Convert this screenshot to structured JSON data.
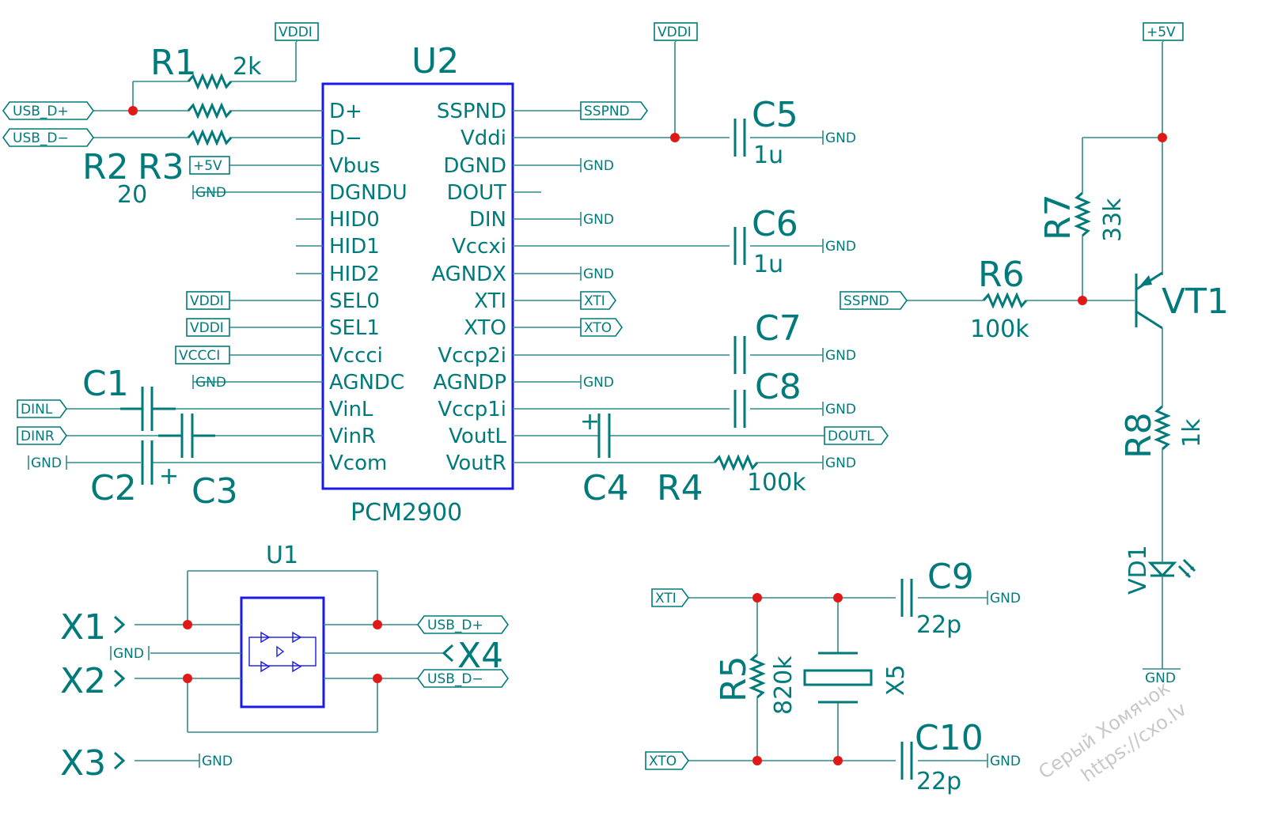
{
  "chips": {
    "u2": {
      "designator": "U2",
      "part": "PCM2900",
      "left_pins": [
        "D+",
        "D−",
        "Vbus",
        "DGNDU",
        "HID0",
        "HID1",
        "HID2",
        "SEL0",
        "SEL1",
        "Vccci",
        "AGNDC",
        "VinL",
        "VinR",
        "Vcom"
      ],
      "right_pins": [
        "SSPND",
        "Vddi",
        "DGND",
        "DOUT",
        "DIN",
        "Vccxi",
        "AGNDX",
        "XTI",
        "XTO",
        "Vccp2i",
        "AGNDP",
        "Vccp1i",
        "VoutL",
        "VoutR"
      ]
    },
    "u1": {
      "designator": "U1"
    }
  },
  "resistors": {
    "r1": {
      "designator": "R1",
      "value": "2k"
    },
    "r2": {
      "designator": "R2"
    },
    "r3": {
      "designator": "R3",
      "value": "20"
    },
    "r4": {
      "designator": "R4",
      "value": "100k"
    },
    "r5": {
      "designator": "R5",
      "value": "820k"
    },
    "r6": {
      "designator": "R6",
      "value": "100k"
    },
    "r7": {
      "designator": "R7",
      "value": "33k"
    },
    "r8": {
      "designator": "R8",
      "value": "1k"
    }
  },
  "capacitors": {
    "c1": {
      "designator": "C1"
    },
    "c2": {
      "designator": "C2"
    },
    "c3": {
      "designator": "C3"
    },
    "c4": {
      "designator": "C4"
    },
    "c5": {
      "designator": "C5",
      "value": "1u"
    },
    "c6": {
      "designator": "C6",
      "value": "1u"
    },
    "c7": {
      "designator": "C7"
    },
    "c8": {
      "designator": "C8"
    },
    "c9": {
      "designator": "C9",
      "value": "22p"
    },
    "c10": {
      "designator": "C10",
      "value": "22p"
    }
  },
  "others": {
    "vt1": {
      "designator": "VT1"
    },
    "vd1": {
      "designator": "VD1"
    },
    "x1": {
      "designator": "X1"
    },
    "x2": {
      "designator": "X2"
    },
    "x3": {
      "designator": "X3"
    },
    "x4": {
      "designator": "X4"
    },
    "x5": {
      "designator": "X5"
    },
    "plus_sign": "+"
  },
  "ports": {
    "usb_dp": "USB_D+",
    "usb_dm": "USB_D−",
    "vddi": "VDDI",
    "p5v": "+5V",
    "gnd": "GND",
    "vccci": "VCCCI",
    "dinl": "DINL",
    "dinr": "DINR",
    "sspnd": "SSPND",
    "xti": "XTI",
    "xto": "XTO",
    "doutl": "DOUTL"
  },
  "watermark": {
    "line1": "Серый Хомячок",
    "line2": "https://cxo.lv"
  },
  "colors": {
    "wire": "#2e8b8b",
    "component": "#007a7a",
    "chip": "#1a1ae6",
    "junction": "#e01818"
  }
}
